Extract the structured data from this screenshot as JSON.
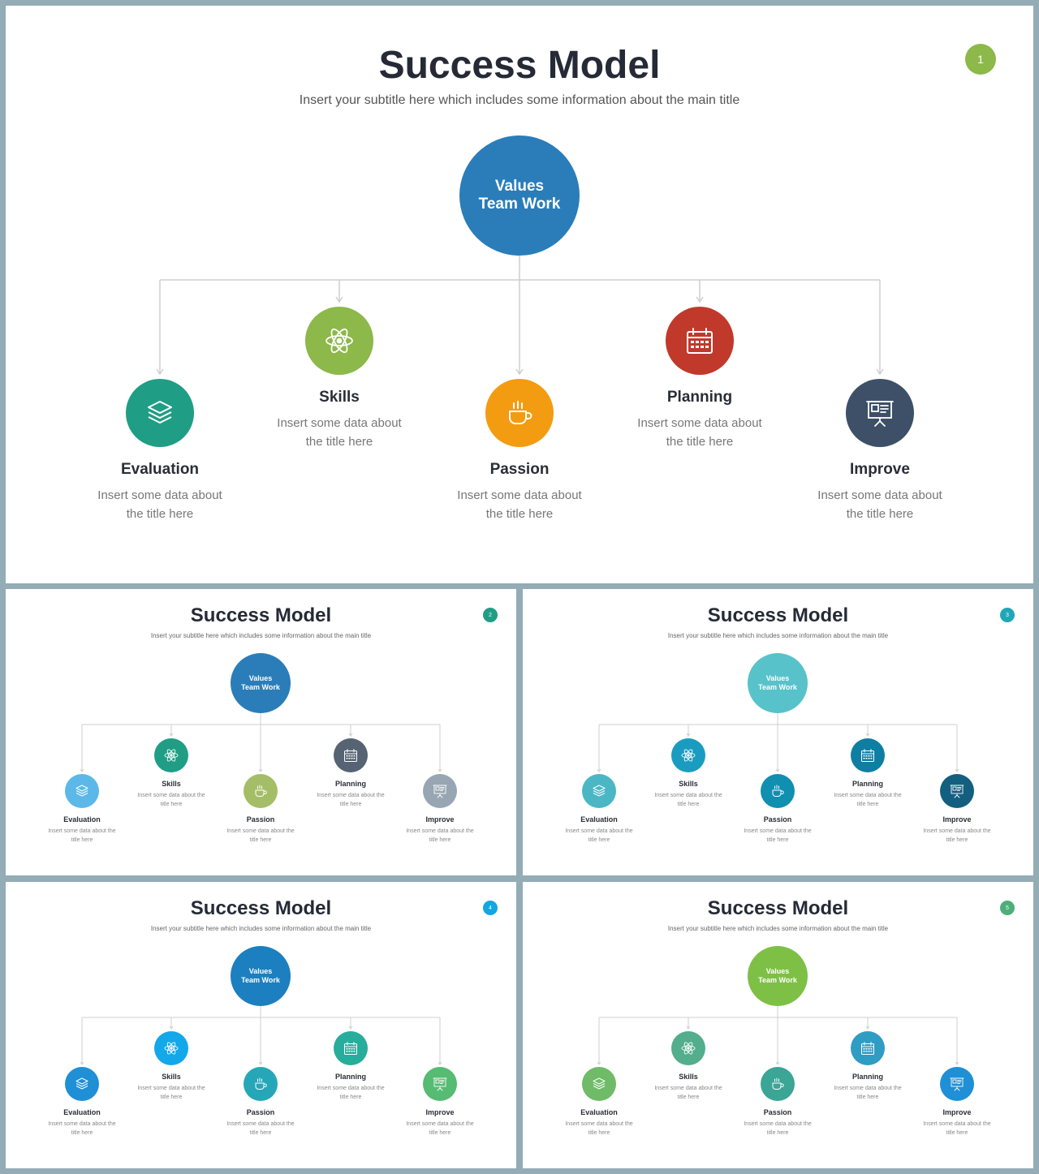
{
  "slides": [
    {
      "title": "Success Model",
      "subtitle": "Insert your subtitle here which includes some information about the main title",
      "badge": "1",
      "badge_color": "#8db84a",
      "center": {
        "line1": "Values",
        "line2": "Team Work",
        "color": "#2a7db8"
      },
      "nodes": [
        {
          "title": "Evaluation",
          "desc": "Insert some data about the title here",
          "icon": "layers-icon",
          "color": "#1f9e85"
        },
        {
          "title": "Skills",
          "desc": "Insert some data about the title here",
          "icon": "atom-icon",
          "color": "#8db84a"
        },
        {
          "title": "Passion",
          "desc": "Insert some data about the title here",
          "icon": "coffee-cup-icon",
          "color": "#f39c12"
        },
        {
          "title": "Planning",
          "desc": "Insert some data about the title here",
          "icon": "calendar-icon",
          "color": "#c0392b"
        },
        {
          "title": "Improve",
          "desc": "Insert some data about the title here",
          "icon": "presentation-board-icon",
          "color": "#3d5068"
        }
      ]
    },
    {
      "title": "Success Model",
      "subtitle": "Insert your subtitle here which includes some information about the main title",
      "badge": "2",
      "badge_color": "#1f9e85",
      "center": {
        "line1": "Values",
        "line2": "Team Work",
        "color": "#2a7db8"
      },
      "nodes": [
        {
          "title": "Evaluation",
          "desc": "Insert some data about the title here",
          "icon": "layers-icon",
          "color": "#5bb8e8"
        },
        {
          "title": "Skills",
          "desc": "Insert some data about the title here",
          "icon": "atom-icon",
          "color": "#1f9e85"
        },
        {
          "title": "Passion",
          "desc": "Insert some data about the title here",
          "icon": "coffee-cup-icon",
          "color": "#a4bd67"
        },
        {
          "title": "Planning",
          "desc": "Insert some data about the title here",
          "icon": "calendar-icon",
          "color": "#566373"
        },
        {
          "title": "Improve",
          "desc": "Insert some data about the title here",
          "icon": "presentation-board-icon",
          "color": "#98a5b3"
        }
      ]
    },
    {
      "title": "Success Model",
      "subtitle": "Insert your subtitle here which includes some information about the main title",
      "badge": "3",
      "badge_color": "#1ea7b8",
      "center": {
        "line1": "Values",
        "line2": "Team Work",
        "color": "#57c2c9"
      },
      "nodes": [
        {
          "title": "Evaluation",
          "desc": "Insert some data about the title here",
          "icon": "layers-icon",
          "color": "#4bb7c4"
        },
        {
          "title": "Skills",
          "desc": "Insert some data about the title here",
          "icon": "atom-icon",
          "color": "#1a9cc0"
        },
        {
          "title": "Passion",
          "desc": "Insert some data about the title here",
          "icon": "coffee-cup-icon",
          "color": "#108fb0"
        },
        {
          "title": "Planning",
          "desc": "Insert some data about the title here",
          "icon": "calendar-icon",
          "color": "#0f7ea3"
        },
        {
          "title": "Improve",
          "desc": "Insert some data about the title here",
          "icon": "presentation-board-icon",
          "color": "#125f80"
        }
      ]
    },
    {
      "title": "Success Model",
      "subtitle": "Insert your subtitle here which includes some information about the main title",
      "badge": "4",
      "badge_color": "#12a6e3",
      "center": {
        "line1": "Values",
        "line2": "Team Work",
        "color": "#1c7fbf"
      },
      "nodes": [
        {
          "title": "Evaluation",
          "desc": "Insert some data about the title here",
          "icon": "layers-icon",
          "color": "#1f8fd6"
        },
        {
          "title": "Skills",
          "desc": "Insert some data about the title here",
          "icon": "atom-icon",
          "color": "#12a8ea"
        },
        {
          "title": "Passion",
          "desc": "Insert some data about the title here",
          "icon": "coffee-cup-icon",
          "color": "#25a7b8"
        },
        {
          "title": "Planning",
          "desc": "Insert some data about the title here",
          "icon": "calendar-icon",
          "color": "#27ad9b"
        },
        {
          "title": "Improve",
          "desc": "Insert some data about the title here",
          "icon": "presentation-board-icon",
          "color": "#56bb73"
        }
      ]
    },
    {
      "title": "Success Model",
      "subtitle": "Insert your subtitle here which includes some information about the main title",
      "badge": "5",
      "badge_color": "#4caf7a",
      "center": {
        "line1": "Values",
        "line2": "Team Work",
        "color": "#7ec045"
      },
      "nodes": [
        {
          "title": "Evaluation",
          "desc": "Insert some data about the title here",
          "icon": "layers-icon",
          "color": "#6fbb68"
        },
        {
          "title": "Skills",
          "desc": "Insert some data about the title here",
          "icon": "atom-icon",
          "color": "#52ae8c"
        },
        {
          "title": "Passion",
          "desc": "Insert some data about the title here",
          "icon": "coffee-cup-icon",
          "color": "#3ba596"
        },
        {
          "title": "Planning",
          "desc": "Insert some data about the title here",
          "icon": "calendar-icon",
          "color": "#2f9cc4"
        },
        {
          "title": "Improve",
          "desc": "Insert some data about the title here",
          "icon": "presentation-board-icon",
          "color": "#1f8fd6"
        }
      ]
    }
  ]
}
